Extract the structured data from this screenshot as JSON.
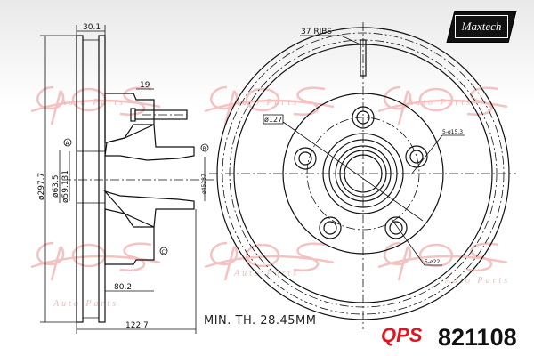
{
  "brand": {
    "name": "Maxtech"
  },
  "watermark": {
    "logo": "QPS",
    "text": "Auto Parts"
  },
  "side_view": {
    "width_dim": "30.1",
    "bolt_dim": "19",
    "outer_diameter": "ø297.7",
    "bore_diameter_1": "ø63.5",
    "bore_diameter_2": "ø59.131",
    "hub_inner_diameter": "ø45237",
    "hub_depth": "80.2",
    "total_height": "122.7",
    "datum_a": "A",
    "datum_b": "B",
    "datum_c": "C"
  },
  "front_view": {
    "ribs": "37 RIBS",
    "bolt_circle": "ø127",
    "small_holes": "5-ø15.3",
    "large_holes": "5-ø22"
  },
  "footer": {
    "min_thickness": "MIN. TH. 28.45MM",
    "part_number": "821108",
    "logo": "QPS"
  }
}
